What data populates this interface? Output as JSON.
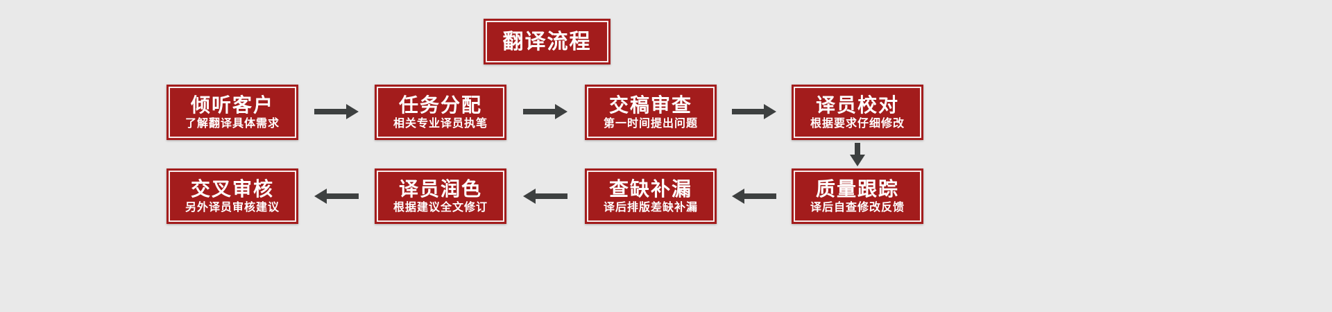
{
  "title": {
    "label": "翻译流程"
  },
  "colors": {
    "background": "#e9e9e9",
    "box_fill": "#a31c1c",
    "box_inner_border": "#ffffff",
    "arrow": "#3d4040",
    "text": "#ffffff"
  },
  "nodes": [
    {
      "heading": "倾听客户",
      "subtitle": "了解翻译具体需求"
    },
    {
      "heading": "任务分配",
      "subtitle": "相关专业译员执笔"
    },
    {
      "heading": "交稿审查",
      "subtitle": "第一时间提出问题"
    },
    {
      "heading": "译员校对",
      "subtitle": "根据要求仔细修改"
    },
    {
      "heading": "质量跟踪",
      "subtitle": "译后自查修改反馈"
    },
    {
      "heading": "查缺补漏",
      "subtitle": "译后排版差缺补漏"
    },
    {
      "heading": "译员润色",
      "subtitle": "根据建议全文修订"
    },
    {
      "heading": "交叉审核",
      "subtitle": "另外译员审核建议"
    }
  ]
}
